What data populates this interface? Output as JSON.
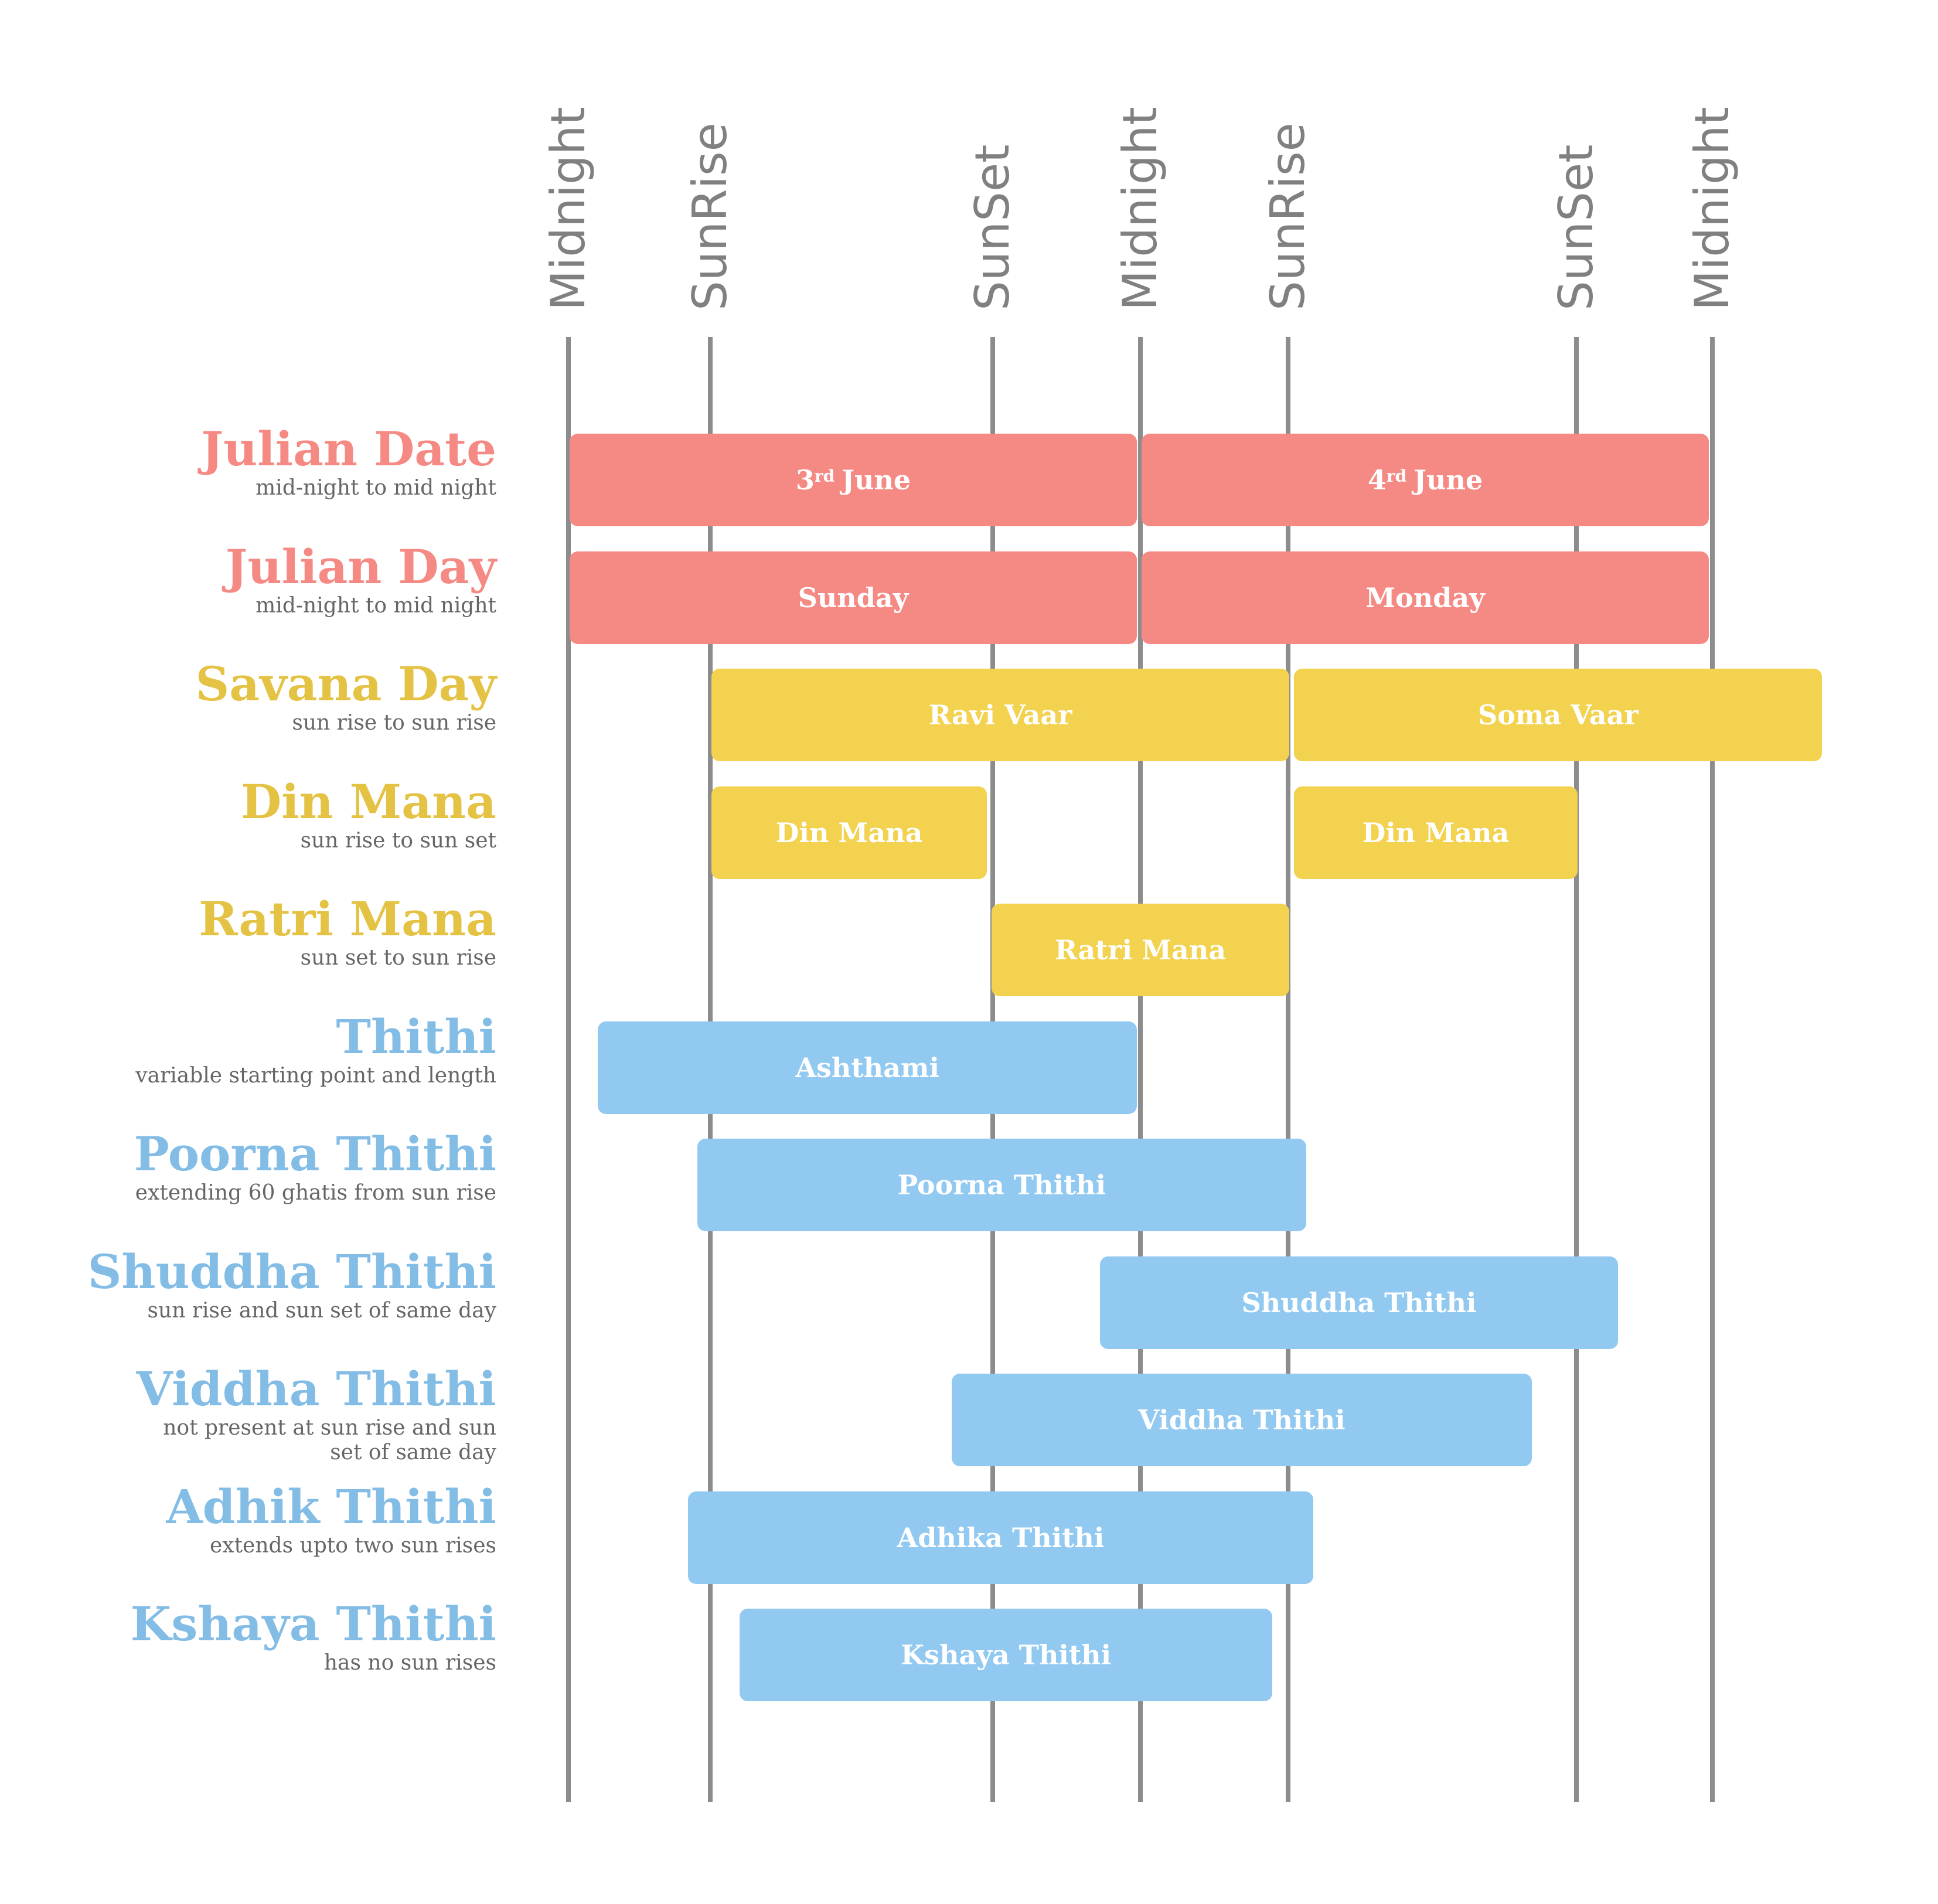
{
  "colors": {
    "julian": "#f58a85",
    "savana": "#f2d24f",
    "savana_text": "#e4c244",
    "thithi": "#92c9f1",
    "thithi_text": "#83bde6",
    "grid": "#8c8c8c",
    "axis_text": "#808080",
    "desc_text": "#666666"
  },
  "time_markers": [
    {
      "label": "Midnight"
    },
    {
      "label": "SunRise"
    },
    {
      "label": "SunSet"
    },
    {
      "label": "Midnight"
    },
    {
      "label": "SunRise"
    },
    {
      "label": "SunSet"
    },
    {
      "label": "Midnight"
    }
  ],
  "rows": [
    {
      "title": "Julian Date",
      "desc": [
        "mid-night to mid night"
      ],
      "color": "julian",
      "bars": [
        {
          "label": "June",
          "ordinal": "3",
          "ordinal_suffix": "rd",
          "start": 0,
          "end": 24
        },
        {
          "label": "June",
          "ordinal": "4",
          "ordinal_suffix": "rd",
          "start": 24,
          "end": 48
        }
      ]
    },
    {
      "title": "Julian Day",
      "desc": [
        "mid-night to mid night"
      ],
      "color": "julian",
      "bars": [
        {
          "label": "Sunday",
          "start": 0,
          "end": 24
        },
        {
          "label": "Monday",
          "start": 24,
          "end": 48
        }
      ]
    },
    {
      "title": "Savana Day",
      "desc": [
        "sun rise to sun rise"
      ],
      "color": "savana",
      "bars": [
        {
          "label": "Ravi Vaar",
          "start": 6,
          "end": 30.2
        },
        {
          "label": "Soma Vaar",
          "start": 30.2,
          "end": 53
        }
      ]
    },
    {
      "title": "Din Mana",
      "desc": [
        "sun rise to sun set"
      ],
      "color": "savana",
      "bars": [
        {
          "label": "Din Mana",
          "start": 6,
          "end": 17.9
        },
        {
          "label": "Din Mana",
          "start": 30.2,
          "end": 42.2
        }
      ]
    },
    {
      "title": "Ratri Mana",
      "desc": [
        "sun set to sun rise"
      ],
      "color": "savana",
      "bars": [
        {
          "label": "Ratri Mana",
          "start": 17.9,
          "end": 30.2
        }
      ]
    },
    {
      "title": "Thithi",
      "desc": [
        "variable starting point and length"
      ],
      "color": "thithi",
      "bars": [
        {
          "label": "Ashthami",
          "start": 1.2,
          "end": 24
        }
      ]
    },
    {
      "title": "Poorna Thithi",
      "desc": [
        "extending 60 ghatis from sun rise"
      ],
      "color": "thithi",
      "bars": [
        {
          "label": "Poorna Thithi",
          "start": 5.4,
          "end": 30.9
        }
      ]
    },
    {
      "title": "Shuddha Thithi",
      "desc": [
        "sun rise and sun set of same day"
      ],
      "color": "thithi",
      "bars": [
        {
          "label": "Shuddha Thithi",
          "start": 22.3,
          "end": 44
        }
      ]
    },
    {
      "title": "Viddha Thithi",
      "desc": [
        "not present at sun rise and sun",
        "set  of same day"
      ],
      "color": "thithi",
      "bars": [
        {
          "label": "Viddha Thithi",
          "start": 16.2,
          "end": 40.3
        }
      ]
    },
    {
      "title": "Adhik Thithi",
      "desc": [
        "extends upto two sun rises"
      ],
      "color": "thithi",
      "bars": [
        {
          "label": "Adhika Thithi",
          "start": 5,
          "end": 31.2
        }
      ]
    },
    {
      "title": "Kshaya Thithi",
      "desc": [
        "has no sun rises"
      ],
      "color": "thithi",
      "bars": [
        {
          "label": "Kshaya Thithi",
          "start": 7.2,
          "end": 29.5
        }
      ]
    }
  ]
}
